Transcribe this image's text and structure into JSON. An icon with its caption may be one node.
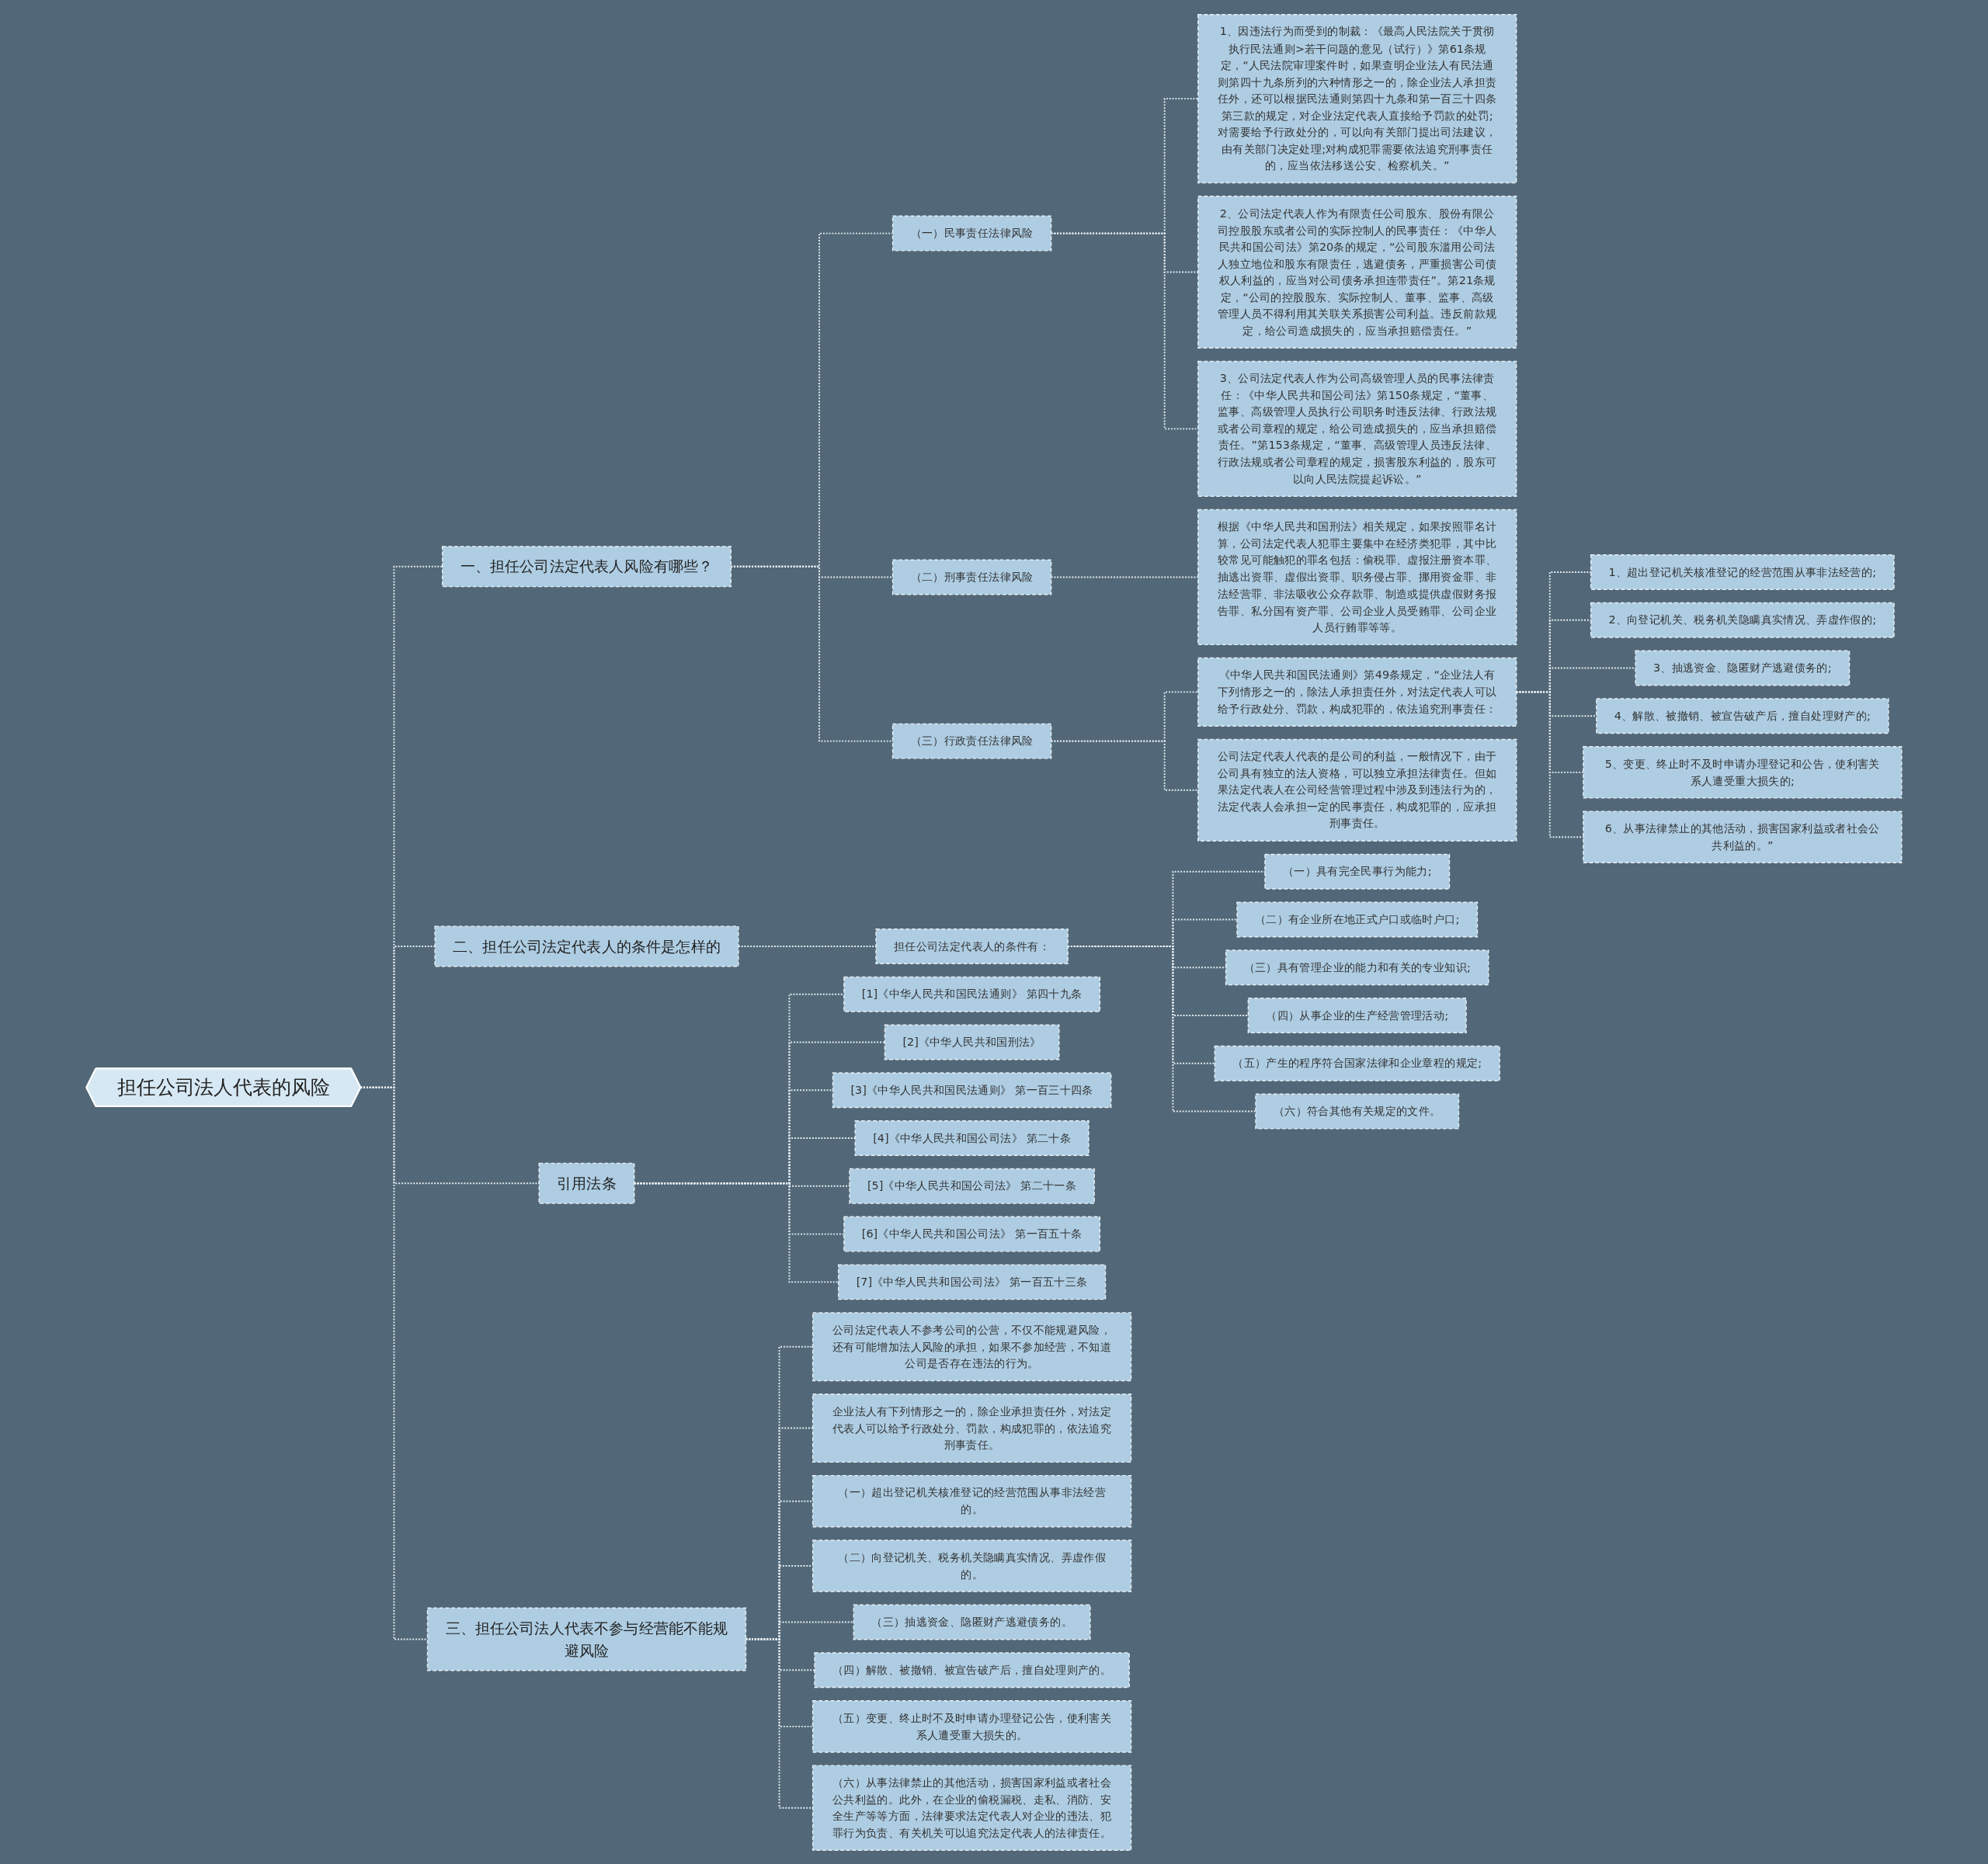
{
  "diagram": {
    "nodes": [
      {
        "text": [
          "担任公司法人代表的风险"
        ]
      },
      {
        "text": [
          "一、担任公司法定代表人风险有哪些？"
        ]
      },
      {
        "text": [
          "（一）民事责任法律风险"
        ]
      },
      {
        "text": [
          "1、因违法行为而受到的制裁：《最高人民法院关于贯彻执行民法通则>若干问题的意见（试行）》第61条规定，“人民法院审理案件时，如果查明企业法人有民法通则第四十九条所列的六种情形之一的，除企业法人承担责任外，还可以根据民法通则第四十九条和第一百三十四条第三款的规定，对企业法定代表人直接给予罚款的处罚;对需要给予行政处分的，可以向有关部门提出司法建议，由有关部门决定处理;对构成犯罪需要依法追究刑事责任的，应当依法移送公安、检察机关。”"
        ]
      },
      {
        "text": [
          "2、公司法定代表人作为有限责任公司股东、股份有限公司控股股东或者公司的实际控制人的民事责任：《中华人民共和国公司法》第20条的规定，“公司股东滥用公司法人独立地位和股东有限责任，逃避债务，严重损害公司债权人利益的，应当对公司债务承担连带责任”。第21条规定，“公司的控股股东、实际控制人、董事、监事、高级管理人员不得利用其关联关系损害公司利益。违反前款规定，给公司造成损失的，应当承担赔偿责任。”"
        ]
      },
      {
        "text": [
          "3、公司法定代表人作为公司高级管理人员的民事法律责任：《中华人民共和国公司法》第150条规定，“董事、监事、高级管理人员执行公司职务时违反法律、行政法规或者公司章程的规定，给公司造成损失的，应当承担赔偿责任。”第153条规定，“董事、高级管理人员违反法律、行政法规或者公司章程的规定，损害股东利益的，股东可以向人民法院提起诉讼。”"
        ]
      },
      {
        "text": [
          "（二）刑事责任法律风险"
        ]
      },
      {
        "text": [
          "根据《中华人民共和国刑法》相关规定，如果按照罪名计算，公司法定代表人犯罪主要集中在经济类犯罪，其中比较常见可能触犯的罪名包括：偷税罪、虚报注册资本罪、抽逃出资罪、虚假出资罪、职务侵占罪、挪用资金罪、非法经营罪、非法吸收公众存款罪、制造或提供虚假财务报告罪、私分国有资产罪、公司企业人员受贿罪、公司企业人员行贿罪等等。"
        ]
      },
      {
        "text": [
          "（三）行政责任法律风险"
        ]
      },
      {
        "text": [
          "《中华人民共和国民法通则》第49条规定，“企业法人有下列情形之一的，除法人承担责任外，对法定代表人可以给予行政处分、罚款，构成犯罪的，依法追究刑事责任："
        ]
      },
      {
        "text": [
          "1、超出登记机关核准登记的经营范围从事非法经营的;"
        ]
      },
      {
        "text": [
          "2、向登记机关、税务机关隐瞒真实情况、弄虚作假的;"
        ]
      },
      {
        "text": [
          "3、抽逃资金、隐匿财产逃避债务的;"
        ]
      },
      {
        "text": [
          "4、解散、被撤销、被宣告破产后，擅自处理财产的;"
        ]
      },
      {
        "text": [
          "5、变更、终止时不及时申请办理登记和公告，使利害关系人遭受重大损失的;"
        ]
      },
      {
        "text": [
          "6、从事法律禁止的其他活动，损害国家利益或者社会公共利益的。”"
        ]
      },
      {
        "text": [
          "公司法定代表人代表的是公司的利益，一般情况下，由于公司具有独立的法人资格，可以独立承担法律责任。但如果法定代表人在公司经营管理过程中涉及到违法行为的，法定代表人会承担一定的民事责任，构成犯罪的，应承担刑事责任。"
        ]
      },
      {
        "text": [
          "二、担任公司法定代表人的条件是怎样的"
        ]
      },
      {
        "text": [
          "担任公司法定代表人的条件有："
        ]
      },
      {
        "text": [
          "（一）具有完全民事行为能力;"
        ]
      },
      {
        "text": [
          "（二）有企业所在地正式户口或临时户口;"
        ]
      },
      {
        "text": [
          "（三）具有管理企业的能力和有关的专业知识;"
        ]
      },
      {
        "text": [
          "（四）从事企业的生产经营管理活动;"
        ]
      },
      {
        "text": [
          "（五）产生的程序符合国家法律和企业章程的规定;"
        ]
      },
      {
        "text": [
          "（六）符合其他有关规定的文件。"
        ]
      },
      {
        "text": [
          "引用法条"
        ]
      },
      {
        "text": [
          "[1]《中华人民共和国民法通则》 第四十九条"
        ]
      },
      {
        "text": [
          "[2]《中华人民共和国刑法》"
        ]
      },
      {
        "text": [
          "[3]《中华人民共和国民法通则》 第一百三十四条"
        ]
      },
      {
        "text": [
          "[4]《中华人民共和国公司法》 第二十条"
        ]
      },
      {
        "text": [
          "[5]《中华人民共和国公司法》 第二十一条"
        ]
      },
      {
        "text": [
          "[6]《中华人民共和国公司法》 第一百五十条"
        ]
      },
      {
        "text": [
          "[7]《中华人民共和国公司法》 第一百五十三条"
        ]
      },
      {
        "text": [
          "三、担任公司法人代表不参与经营能不能规避风险"
        ]
      },
      {
        "text": [
          "公司法定代表人不参考公司的公营，不仅不能规避风险，还有可能增加法人风险的承担，如果不参加经营，不知道公司是否存在违法的行为。"
        ]
      },
      {
        "text": [
          "企业法人有下列情形之一的，除企业承担责任外，对法定代表人可以给予行政处分、罚款，构成犯罪的，依法追究刑事责任。"
        ]
      },
      {
        "text": [
          "（一）超出登记机关核准登记的经营范围从事非法经营的。"
        ]
      },
      {
        "text": [
          "（二）向登记机关、税务机关隐瞒真实情况、弄虚作假的。"
        ]
      },
      {
        "text": [
          "（三）抽逃资金、隐匿财产逃避债务的。"
        ]
      },
      {
        "text": [
          "（四）解散、被撤销、被宣告破产后，擅自处理则产的。"
        ]
      },
      {
        "text": [
          "（五）变更、终止时不及时申请办理登记公告，使利害关系人遭受重大损失的。"
        ]
      },
      {
        "text": [
          "（六）从事法律禁止的其他活动，损害国家利益或者社会公共利益的。此外，在企业的偷税漏税、走私、消防、安全生产等等方面，法律要求法定代表人对企业的违法、犯罪行为负责、有关机关可以追究法定代表人的法律责任。"
        ]
      }
    ],
    "edges": [
      {
        "from": 0,
        "to": 1,
        "arrow": "none",
        "style": "dashed"
      },
      {
        "from": 1,
        "to": 2,
        "arrow": "none",
        "style": "dashed"
      },
      {
        "from": 2,
        "to": 3,
        "arrow": "none",
        "style": "dashed"
      },
      {
        "from": 2,
        "to": 4,
        "arrow": "none",
        "style": "dashed"
      },
      {
        "from": 2,
        "to": 5,
        "arrow": "none",
        "style": "dashed"
      },
      {
        "from": 1,
        "to": 6,
        "arrow": "none",
        "style": "dashed"
      },
      {
        "from": 6,
        "to": 7,
        "arrow": "none",
        "style": "dashed"
      },
      {
        "from": 1,
        "to": 8,
        "arrow": "none",
        "style": "dashed"
      },
      {
        "from": 8,
        "to": 9,
        "arrow": "none",
        "style": "dashed"
      },
      {
        "from": 9,
        "to": 10,
        "arrow": "none",
        "style": "dashed"
      },
      {
        "from": 9,
        "to": 11,
        "arrow": "none",
        "style": "dashed"
      },
      {
        "from": 9,
        "to": 12,
        "arrow": "none",
        "style": "dashed"
      },
      {
        "from": 9,
        "to": 13,
        "arrow": "none",
        "style": "dashed"
      },
      {
        "from": 9,
        "to": 14,
        "arrow": "none",
        "style": "dashed"
      },
      {
        "from": 9,
        "to": 15,
        "arrow": "none",
        "style": "dashed"
      },
      {
        "from": 8,
        "to": 16,
        "arrow": "none",
        "style": "dashed"
      },
      {
        "from": 0,
        "to": 17,
        "arrow": "none",
        "style": "dashed"
      },
      {
        "from": 17,
        "to": 18,
        "arrow": "none",
        "style": "dashed"
      },
      {
        "from": 18,
        "to": 19,
        "arrow": "none",
        "style": "dashed"
      },
      {
        "from": 18,
        "to": 20,
        "arrow": "none",
        "style": "dashed"
      },
      {
        "from": 18,
        "to": 21,
        "arrow": "none",
        "style": "dashed"
      },
      {
        "from": 18,
        "to": 22,
        "arrow": "none",
        "style": "dashed"
      },
      {
        "from": 18,
        "to": 23,
        "arrow": "none",
        "style": "dashed"
      },
      {
        "from": 18,
        "to": 24,
        "arrow": "none",
        "style": "dashed"
      },
      {
        "from": 0,
        "to": 25,
        "arrow": "none",
        "style": "dashed"
      },
      {
        "from": 25,
        "to": 26,
        "arrow": "none",
        "style": "dashed"
      },
      {
        "from": 25,
        "to": 27,
        "arrow": "none",
        "style": "dashed"
      },
      {
        "from": 25,
        "to": 28,
        "arrow": "none",
        "style": "dashed"
      },
      {
        "from": 25,
        "to": 29,
        "arrow": "none",
        "style": "dashed"
      },
      {
        "from": 25,
        "to": 30,
        "arrow": "none",
        "style": "dashed"
      },
      {
        "from": 25,
        "to": 31,
        "arrow": "none",
        "style": "dashed"
      },
      {
        "from": 25,
        "to": 32,
        "arrow": "none",
        "style": "dashed"
      },
      {
        "from": 0,
        "to": 33,
        "arrow": "none",
        "style": "dashed"
      },
      {
        "from": 33,
        "to": 34,
        "arrow": "none",
        "style": "dashed"
      },
      {
        "from": 33,
        "to": 35,
        "arrow": "none",
        "style": "dashed"
      },
      {
        "from": 33,
        "to": 36,
        "arrow": "none",
        "style": "dashed"
      },
      {
        "from": 33,
        "to": 37,
        "arrow": "none",
        "style": "dashed"
      },
      {
        "from": 33,
        "to": 38,
        "arrow": "none",
        "style": "dashed"
      },
      {
        "from": 33,
        "to": 39,
        "arrow": "none",
        "style": "dashed"
      },
      {
        "from": 33,
        "to": 40,
        "arrow": "none",
        "style": "dashed"
      },
      {
        "from": 33,
        "to": 41,
        "arrow": "none",
        "style": "dashed"
      }
    ]
  }
}
